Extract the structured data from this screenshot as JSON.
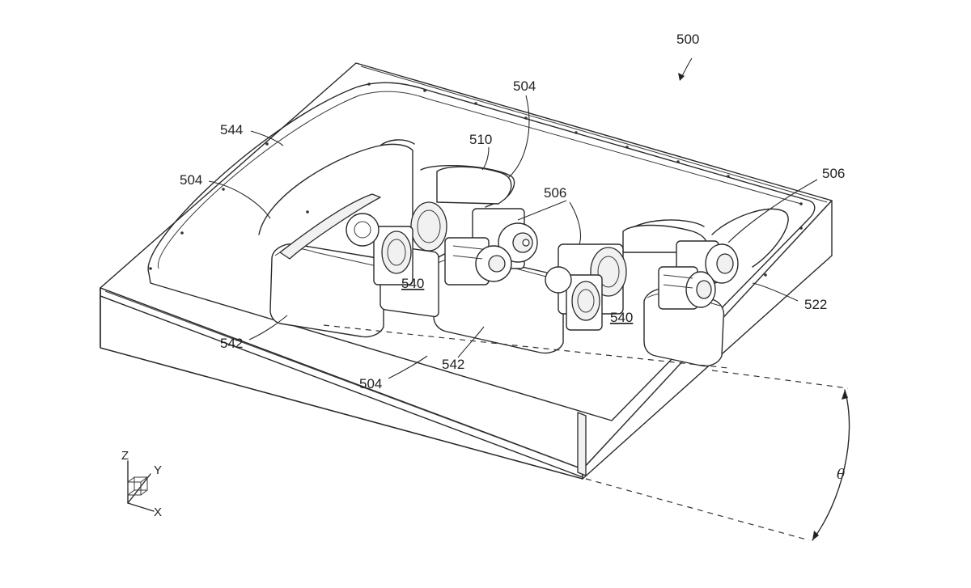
{
  "figure": {
    "ref_main": "500",
    "labels": {
      "l504_top": "504",
      "l510": "510",
      "l544": "544",
      "l504_left": "504",
      "l506_right": "506",
      "l506_mid": "506",
      "l540_left": "540",
      "l540_right": "540",
      "l522": "522",
      "l542_left": "542",
      "l542_mid": "542",
      "l504_bottom": "504"
    },
    "angle_symbol": "θ",
    "axes": {
      "z": "Z",
      "y": "Y",
      "x": "X"
    }
  }
}
